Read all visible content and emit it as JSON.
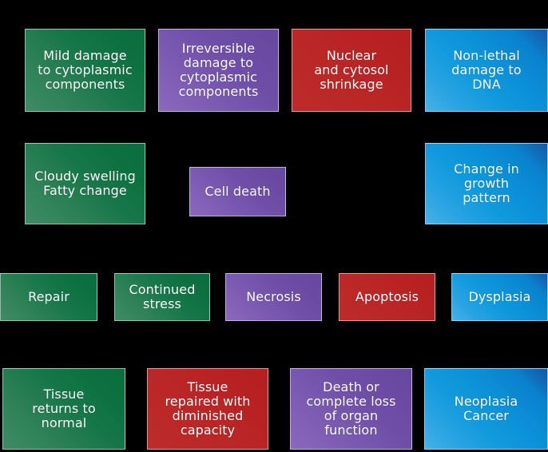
{
  "diagram": {
    "title": "Cell injury outcomes flow diagram",
    "background_color": "#000000",
    "text_color": "#ffffff",
    "palette": {
      "green": "#17774a",
      "purple": "#6f4fa8",
      "red": "#b92222",
      "blue": "#109add"
    },
    "nodes": [
      {
        "id": "mild-damage-cytoplasmic",
        "label": "Mild damage\nto cytoplasmic\ncomponents",
        "color": "green",
        "row": 1
      },
      {
        "id": "irreversible-damage-cytoplasmic",
        "label": "Irreversible\ndamage to\ncytoplasmic\ncomponents",
        "color": "purple",
        "row": 1
      },
      {
        "id": "nuclear-cytosol-shrinkage",
        "label": "Nuclear\nand cytosol\nshrinkage",
        "color": "red",
        "row": 1
      },
      {
        "id": "non-lethal-dna-damage",
        "label": "Non-lethal\ndamage to\nDNA",
        "color": "blue",
        "row": 1
      },
      {
        "id": "cloudy-swelling-fatty-change",
        "label": "Cloudy swelling\nFatty change",
        "color": "green",
        "row": 2
      },
      {
        "id": "cell-death",
        "label": "Cell death",
        "color": "purple",
        "row": 2
      },
      {
        "id": "change-in-growth-pattern",
        "label": "Change in\ngrowth\npattern",
        "color": "blue",
        "row": 2
      },
      {
        "id": "repair",
        "label": "Repair",
        "color": "green",
        "row": 3
      },
      {
        "id": "continued-stress",
        "label": "Continued\nstress",
        "color": "green",
        "row": 3
      },
      {
        "id": "necrosis",
        "label": "Necrosis",
        "color": "purple",
        "row": 3
      },
      {
        "id": "apoptosis",
        "label": "Apoptosis",
        "color": "red",
        "row": 3
      },
      {
        "id": "dysplasia",
        "label": "Dysplasia",
        "color": "blue",
        "row": 3
      },
      {
        "id": "tissue-returns-to-normal",
        "label": "Tissue\nreturns to\nnormal",
        "color": "green",
        "row": 4
      },
      {
        "id": "tissue-repaired-diminished-capacity",
        "label": "Tissue\nrepaired with\ndiminished\ncapacity",
        "color": "red",
        "row": 4
      },
      {
        "id": "death-or-complete-loss-of-organ-function",
        "label": "Death or\ncomplete loss\nof organ\nfunction",
        "color": "purple",
        "row": 4
      },
      {
        "id": "neoplasia-cancer",
        "label": "Neoplasia\nCancer",
        "color": "blue",
        "row": 4
      }
    ]
  }
}
